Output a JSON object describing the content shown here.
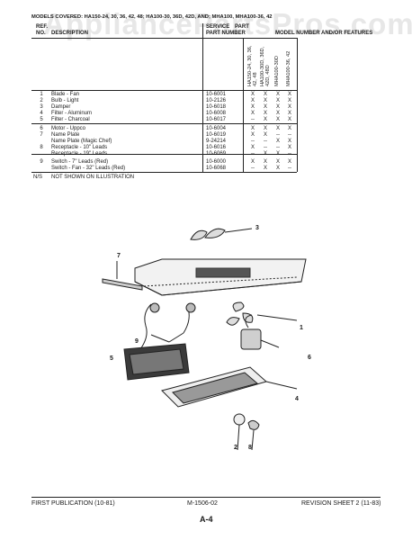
{
  "watermark": "AppliancePartsPros.com",
  "header": {
    "models_line": "MODELS COVERED: HA150-24, 30, 36, 42, 48; HA100-30, 36D, 42D, AND; MHA100, MHA100-36, 42",
    "ref_label": "REF.",
    "no_label": "NO.",
    "desc_label": "DESCRIPTION",
    "service_label": "SERVICE",
    "part_label": "PART",
    "pn_label": "PART NUMBER",
    "model_features_label": "MODEL NUMBER AND/OR FEATURES",
    "col1": "HA150-24, 30, 36, 42, 48",
    "col2": "HA100-30D, 36D, 42D, 48D",
    "col3": "MHA100-30D",
    "col4": "MHA100-36, 42"
  },
  "parts": [
    {
      "ref": "1",
      "desc": "Blade - Fan",
      "pn": "10-6001",
      "marks": [
        "X",
        "X",
        "X",
        "X"
      ]
    },
    {
      "ref": "2",
      "desc": "Bulb - Light",
      "pn": "10-2126",
      "marks": [
        "X",
        "X",
        "X",
        "X"
      ]
    },
    {
      "ref": "3",
      "desc": "Damper",
      "pn": "10-6018",
      "marks": [
        "X",
        "X",
        "X",
        "X"
      ]
    },
    {
      "ref": "4",
      "desc": "Filter - Aluminum",
      "pn": "10-6008",
      "marks": [
        "X",
        "X",
        "X",
        "X"
      ]
    },
    {
      "ref": "5",
      "desc": "Filter - Charcoal",
      "pn": "10-6017",
      "marks": [
        "--",
        "X",
        "X",
        "X"
      ]
    },
    {
      "ref": "6",
      "desc": "Motor - Uppco",
      "pn": "10-6004",
      "marks": [
        "X",
        "X",
        "X",
        "X"
      ]
    },
    {
      "ref": "7",
      "desc": "Name Plate",
      "pn": "10-6019",
      "marks": [
        "X",
        "X",
        "--",
        "--"
      ]
    },
    {
      "ref": "",
      "desc": "Name Plate (Magic Chef)",
      "pn": "9-24214",
      "marks": [
        "--",
        "--",
        "X",
        "X"
      ]
    },
    {
      "ref": "8",
      "desc": "Receptacle - 10\" Leads",
      "pn": "10-6016",
      "marks": [
        "X",
        "--",
        "--",
        "X"
      ]
    },
    {
      "ref": "",
      "desc": "Receptacle - 19\" Leads",
      "pn": "10-6069",
      "marks": [
        "--",
        "X",
        "X",
        "--"
      ]
    },
    {
      "ref": "9",
      "desc": "Switch - 7\" Leads (Red)",
      "pn": "10-6000",
      "marks": [
        "X",
        "X",
        "X",
        "X"
      ]
    },
    {
      "ref": "",
      "desc": "Switch - Fan - 32\" Leads (Red)",
      "pn": "10-6068",
      "marks": [
        "--",
        "X",
        "X",
        "--"
      ]
    }
  ],
  "note": {
    "code": "N/S",
    "text": "NOT SHOWN ON ILLUSTRATION"
  },
  "callouts": [
    "1",
    "2",
    "3",
    "4",
    "5",
    "6",
    "7",
    "8",
    "9"
  ],
  "footer": {
    "left": "FIRST PUBLICATION (10-81)",
    "center": "M-1506-02",
    "right": "REVISION SHEET 2 (11-83)",
    "page": "A-4"
  }
}
